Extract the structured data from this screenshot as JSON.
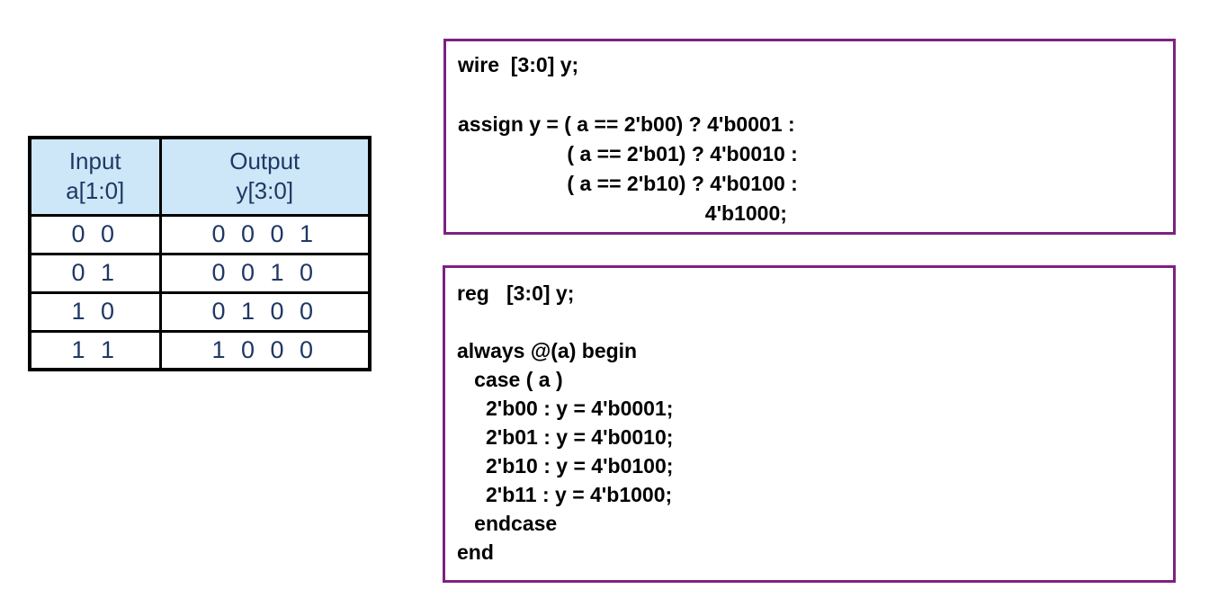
{
  "truth_table": {
    "col_headers": [
      {
        "title": "Input",
        "subtitle": "a[1:0]"
      },
      {
        "title": "Output",
        "subtitle": "y[3:0]"
      }
    ],
    "rows": [
      {
        "input": "0 0",
        "output": "0 0 0 1"
      },
      {
        "input": "0 1",
        "output": "0 0 1 0"
      },
      {
        "input": "1 0",
        "output": "0 1 0 0"
      },
      {
        "input": "1 1",
        "output": "1 0 0 0"
      }
    ]
  },
  "code_blocks": [
    {
      "name": "wire-assign-continuous",
      "lines": [
        "wire  [3:0] y;",
        "",
        "assign y = ( a == 2'b00) ? 4'b0001 :",
        "                   ( a == 2'b01) ? 4'b0010 :",
        "                   ( a == 2'b10) ? 4'b0100 :",
        "                                           4'b1000;"
      ]
    },
    {
      "name": "reg-always-case",
      "lines": [
        "reg   [3:0] y;",
        "",
        "always @(a) begin",
        "   case ( a )",
        "     2'b00 : y = 4'b0001;",
        "     2'b01 : y = 4'b0010;",
        "     2'b10 : y = 4'b0100;",
        "     2'b11 : y = 4'b1000;",
        "   endcase",
        "end"
      ]
    }
  ],
  "colors": {
    "box_border": "#7d2182",
    "table_header_bg": "#cde7f8",
    "table_border": "#000000",
    "table_text": "#1f3864",
    "code_text": "#000000",
    "background": "#ffffff"
  }
}
